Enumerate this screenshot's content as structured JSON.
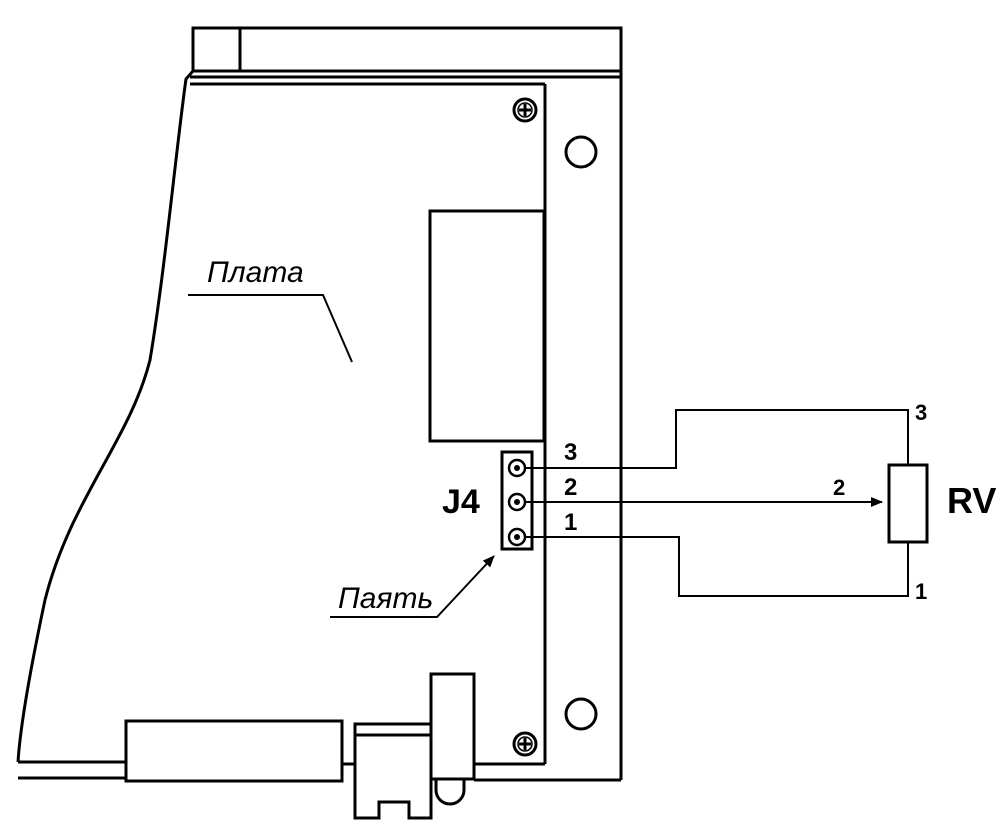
{
  "labels": {
    "board": "Плата",
    "solder": "Паять",
    "connector": "J4",
    "resistor": "RV"
  },
  "pins": {
    "j4": [
      "3",
      "2",
      "1"
    ],
    "rv_wiper": "2",
    "rv_top": "3",
    "rv_bottom": "1"
  },
  "colors": {
    "line": "#000000",
    "background": "#ffffff"
  }
}
